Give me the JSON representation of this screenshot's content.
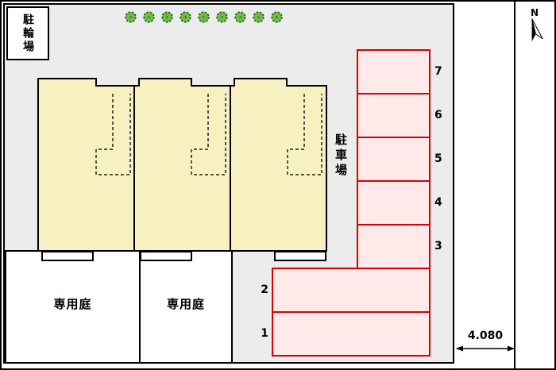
{
  "site": {
    "bicycle_parking_label": "駐輪場",
    "parking_lot_label": "駐車場",
    "garden_labels": [
      "専用庭",
      "専用庭"
    ],
    "parking_stalls": {
      "column": [
        "7",
        "6",
        "5",
        "4",
        "3"
      ],
      "row": [
        "2",
        "1"
      ]
    },
    "dimension_label": "4.080",
    "compass_label": "N",
    "tree_count": 9
  },
  "colors": {
    "site_bg": "#ececec",
    "building_fill": "#f7f0c1",
    "stall_fill": "#ffe9e9",
    "stall_border": "#d40000",
    "tree_fill": "#74b74a",
    "tree_stroke": "#226b22"
  }
}
